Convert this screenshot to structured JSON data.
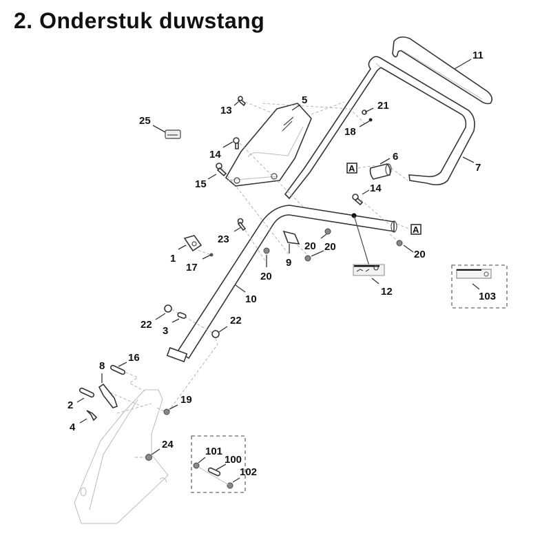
{
  "title": "2. Onderstuk duwstang",
  "reference_marker": "A",
  "callouts": [
    {
      "id": "c11",
      "label": "11"
    },
    {
      "id": "c5",
      "label": "5"
    },
    {
      "id": "c13",
      "label": "13"
    },
    {
      "id": "c25",
      "label": "25"
    },
    {
      "id": "c21",
      "label": "21"
    },
    {
      "id": "c18",
      "label": "18"
    },
    {
      "id": "c14a",
      "label": "14"
    },
    {
      "id": "c15",
      "label": "15"
    },
    {
      "id": "c6",
      "label": "6"
    },
    {
      "id": "c7",
      "label": "7"
    },
    {
      "id": "c14b",
      "label": "14"
    },
    {
      "id": "c23",
      "label": "23"
    },
    {
      "id": "c20a",
      "label": "20"
    },
    {
      "id": "c20b",
      "label": "20"
    },
    {
      "id": "c20c",
      "label": "20"
    },
    {
      "id": "c20d",
      "label": "20"
    },
    {
      "id": "c1",
      "label": "1"
    },
    {
      "id": "c17",
      "label": "17"
    },
    {
      "id": "c9",
      "label": "9"
    },
    {
      "id": "c12",
      "label": "12"
    },
    {
      "id": "c103",
      "label": "103"
    },
    {
      "id": "c10",
      "label": "10"
    },
    {
      "id": "c22a",
      "label": "22"
    },
    {
      "id": "c3",
      "label": "3"
    },
    {
      "id": "c22b",
      "label": "22"
    },
    {
      "id": "c8",
      "label": "8"
    },
    {
      "id": "c16",
      "label": "16"
    },
    {
      "id": "c2",
      "label": "2"
    },
    {
      "id": "c19",
      "label": "19"
    },
    {
      "id": "c4",
      "label": "4"
    },
    {
      "id": "c24",
      "label": "24"
    },
    {
      "id": "c101",
      "label": "101"
    },
    {
      "id": "c100",
      "label": "100"
    },
    {
      "id": "c102",
      "label": "102"
    }
  ]
}
